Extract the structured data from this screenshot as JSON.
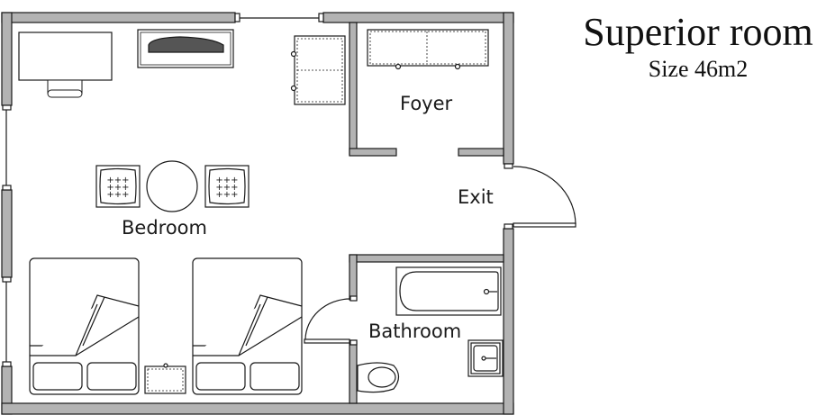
{
  "header": {
    "title": "Superior room",
    "subtitle": "Size 46m2"
  },
  "rooms": {
    "foyer": "Foyer",
    "exit": "Exit",
    "bedroom": "Bedroom",
    "bathroom": "Bathroom"
  },
  "colors": {
    "wall_fill": "#b3b3b3",
    "line": "#1a1a1a",
    "background": "#ffffff"
  },
  "furniture": [
    "desk",
    "desk-chair",
    "tv",
    "wardrobe",
    "foyer-closet",
    "armchair-left",
    "round-table",
    "armchair-right",
    "bed-left",
    "bed-right",
    "nightstand",
    "bathtub",
    "sink",
    "toilet",
    "entry-door",
    "bathroom-door",
    "window-top",
    "window-left-upper",
    "window-left-lower"
  ]
}
